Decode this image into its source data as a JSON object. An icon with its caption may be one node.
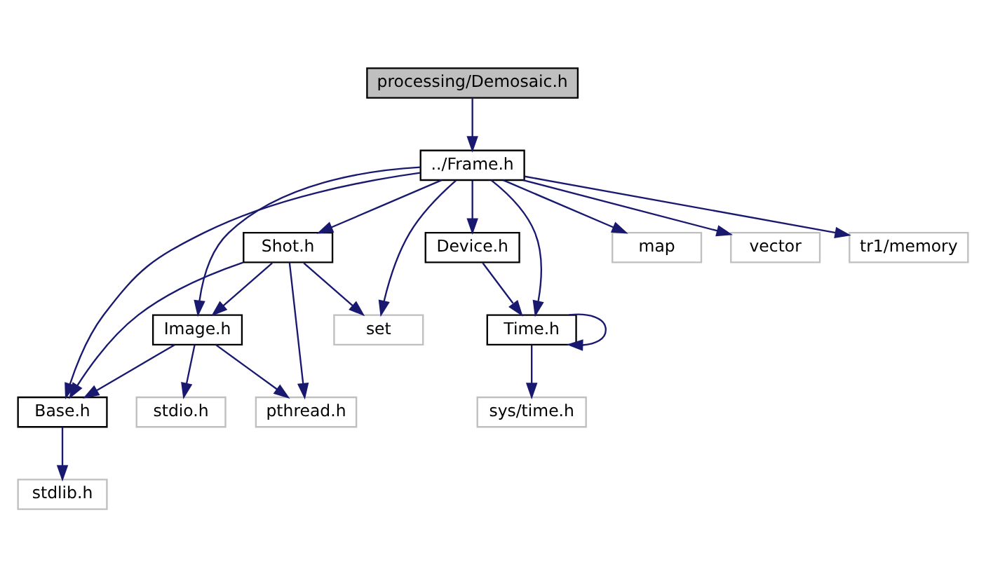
{
  "diagram": {
    "nodes": [
      {
        "text": [
          "processing/Demosaic.h"
        ]
      },
      {
        "text": [
          "../Frame.h"
        ]
      },
      {
        "text": [
          "Shot.h"
        ]
      },
      {
        "text": [
          "Device.h"
        ]
      },
      {
        "text": [
          "map"
        ]
      },
      {
        "text": [
          "vector"
        ]
      },
      {
        "text": [
          "tr1/memory"
        ]
      },
      {
        "text": [
          "Image.h"
        ]
      },
      {
        "text": [
          "set"
        ]
      },
      {
        "text": [
          "Time.h"
        ]
      },
      {
        "text": [
          "Base.h"
        ]
      },
      {
        "text": [
          "stdio.h"
        ]
      },
      {
        "text": [
          "pthread.h"
        ]
      },
      {
        "text": [
          "sys/time.h"
        ]
      },
      {
        "text": [
          "stdlib.h"
        ]
      }
    ],
    "edges": [
      {
        "from": 0,
        "to": 1,
        "arrow": "to"
      },
      {
        "from": 1,
        "to": 10,
        "arrow": "to"
      },
      {
        "from": 1,
        "to": 7,
        "arrow": "to"
      },
      {
        "from": 1,
        "to": 2,
        "arrow": "to"
      },
      {
        "from": 1,
        "to": 8,
        "arrow": "to"
      },
      {
        "from": 1,
        "to": 3,
        "arrow": "to"
      },
      {
        "from": 1,
        "to": 9,
        "arrow": "to"
      },
      {
        "from": 1,
        "to": 4,
        "arrow": "to"
      },
      {
        "from": 1,
        "to": 5,
        "arrow": "to"
      },
      {
        "from": 1,
        "to": 6,
        "arrow": "to"
      },
      {
        "from": 2,
        "to": 10,
        "arrow": "to"
      },
      {
        "from": 2,
        "to": 7,
        "arrow": "to"
      },
      {
        "from": 2,
        "to": 12,
        "arrow": "to"
      },
      {
        "from": 2,
        "to": 8,
        "arrow": "to"
      },
      {
        "from": 3,
        "to": 9,
        "arrow": "to"
      },
      {
        "from": 7,
        "to": 10,
        "arrow": "to"
      },
      {
        "from": 7,
        "to": 11,
        "arrow": "to"
      },
      {
        "from": 7,
        "to": 12,
        "arrow": "to"
      },
      {
        "from": 9,
        "to": 9,
        "arrow": "to"
      },
      {
        "from": 9,
        "to": 13,
        "arrow": "to"
      },
      {
        "from": 10,
        "to": 14,
        "arrow": "to"
      }
    ]
  }
}
